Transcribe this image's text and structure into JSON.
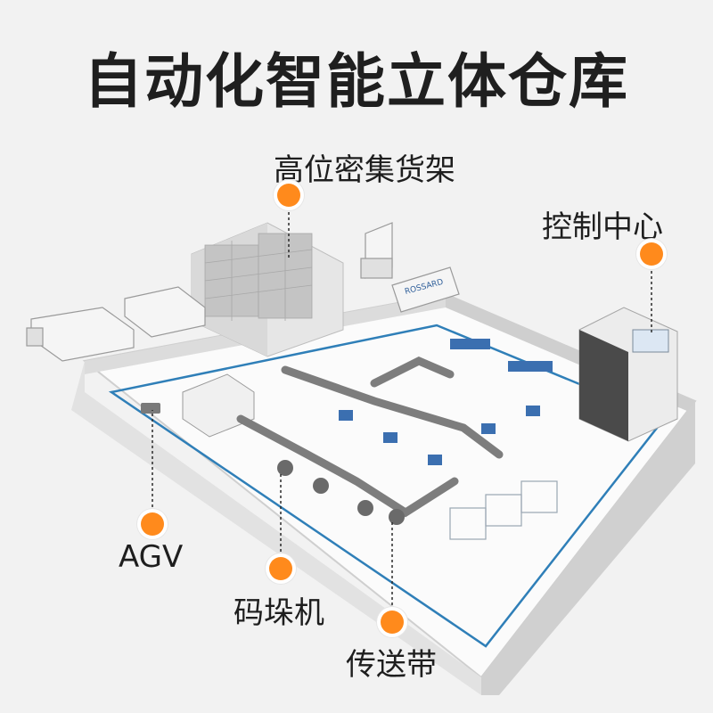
{
  "title": "自动化智能立体仓库",
  "callouts": {
    "racks": "高位密集货架",
    "control_center": "控制中心",
    "agv": "AGV",
    "palletizer": "码垛机",
    "conveyor": "传送带"
  },
  "truck_brand": "ROSSARD",
  "colors": {
    "accent": "#ff8a1c",
    "floor_line": "#2f7fb8",
    "rack_blue": "#3b6fb0"
  }
}
